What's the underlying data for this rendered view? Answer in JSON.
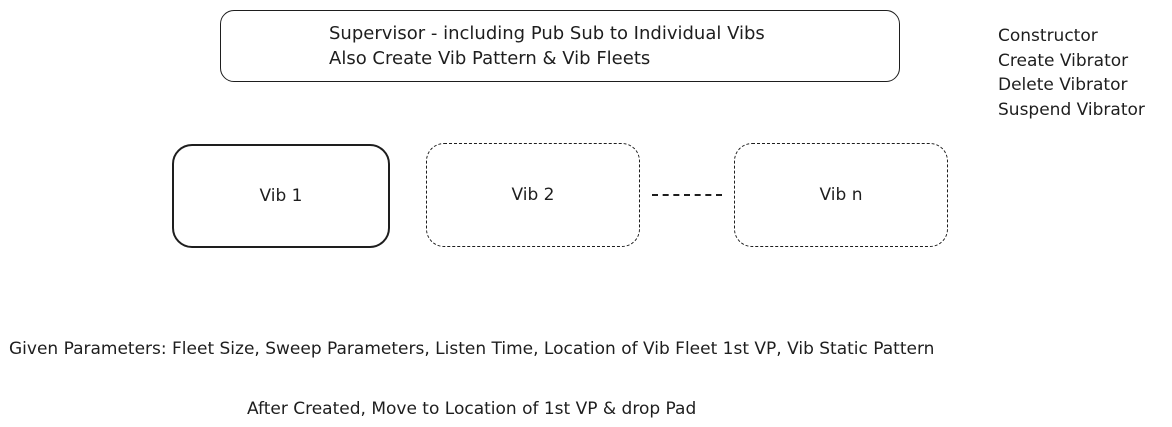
{
  "supervisor": {
    "line1": "Supervisor - including Pub Sub to Individual Vibs",
    "line2": "Also Create Vib Pattern & Vib Fleets"
  },
  "operations": [
    "Constructor",
    "Create Vibrator",
    "Delete Vibrator",
    "Suspend Vibrator"
  ],
  "vibs": [
    {
      "label": "Vib 1",
      "style": "solid"
    },
    {
      "label": "Vib 2",
      "style": "dashed"
    },
    {
      "label": "Vib n",
      "style": "dashed"
    }
  ],
  "notes": {
    "given_parameters": "Given Parameters: Fleet Size, Sweep Parameters, Listen Time, Location of Vib Fleet 1st VP, Vib Static Pattern",
    "after_created": "After Created, Move to Location of 1st VP & drop Pad"
  }
}
